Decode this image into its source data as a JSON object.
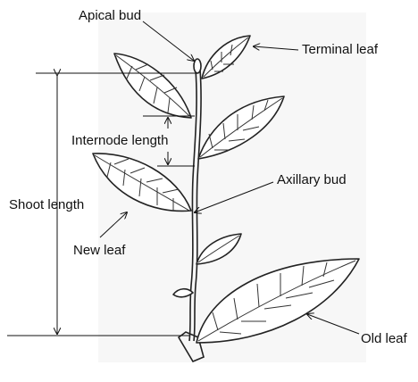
{
  "labels": {
    "apical_bud": "Apical bud",
    "terminal_leaf": "Terminal leaf",
    "internode_length": "Internode length",
    "axillary_bud": "Axillary bud",
    "shoot_length": "Shoot length",
    "new_leaf": "New leaf",
    "old_leaf": "Old leaf"
  }
}
